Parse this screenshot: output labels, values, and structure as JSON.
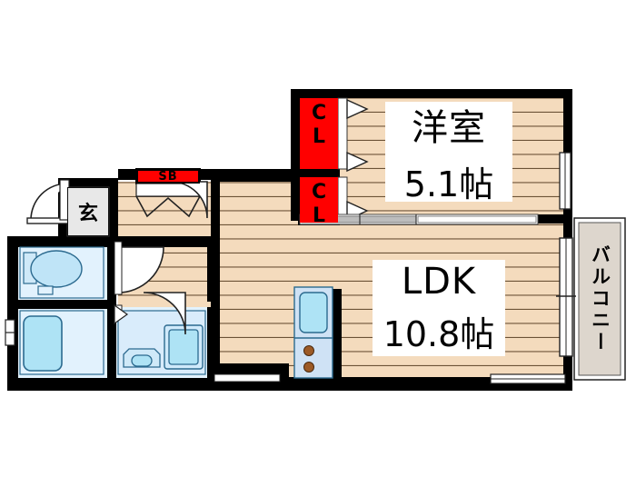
{
  "document": {
    "type": "floor-plan",
    "layout_code": "1LDK",
    "background_color": "#ffffff",
    "wall_color": "#000000",
    "floor_color": "#f2d9bb",
    "floorboard_line_color": "#5a4632",
    "water_area_color": "#d9ecfb",
    "fixture_color": "#aee3f5",
    "accent_red": "#ff0000",
    "balcony_color": "#ddd6cd",
    "tatami_label_color": "#e8e8e8"
  },
  "rooms": [
    {
      "id": "bedroom",
      "name": "洋室",
      "size": "5.1帖",
      "kind": "western-room"
    },
    {
      "id": "ldk",
      "name": "LDK",
      "size": "10.8帖",
      "kind": "living-dining-kitchen"
    },
    {
      "id": "balcony",
      "name": "バルコニー",
      "size": "",
      "kind": "balcony"
    },
    {
      "id": "entrance",
      "name": "玄",
      "size": "",
      "kind": "entrance-hall"
    }
  ],
  "storage": [
    {
      "id": "closet-upper",
      "label": "CL",
      "kind": "closet"
    },
    {
      "id": "closet-lower",
      "label": "CL",
      "kind": "closet"
    },
    {
      "id": "shoe-box",
      "label": "SB",
      "kind": "shoe-box"
    }
  ],
  "fixtures": [
    {
      "id": "toilet",
      "name": "toilet-fixture"
    },
    {
      "id": "bathtub",
      "name": "bathtub-fixture"
    },
    {
      "id": "vanity-sink",
      "name": "vanity-sink-fixture"
    },
    {
      "id": "washing-machine",
      "name": "washing-machine-space"
    },
    {
      "id": "kitchen-sink",
      "name": "kitchen-sink-fixture"
    },
    {
      "id": "stove",
      "name": "stove-two-burner"
    }
  ],
  "openings": [
    {
      "id": "entrance-door",
      "name": "entrance-door"
    },
    {
      "id": "toilet-door",
      "name": "toilet-door"
    },
    {
      "id": "bath-door",
      "name": "bathroom-door"
    },
    {
      "id": "ldk-hall-door",
      "name": "ldk-hall-door"
    },
    {
      "id": "bedroom-sliding-door",
      "name": "bedroom-sliding-door"
    },
    {
      "id": "balcony-sliding-window",
      "name": "balcony-sliding-window"
    },
    {
      "id": "bedroom-window-east",
      "name": "bedroom-window-east"
    },
    {
      "id": "bath-window-west",
      "name": "bathroom-window-west"
    }
  ]
}
